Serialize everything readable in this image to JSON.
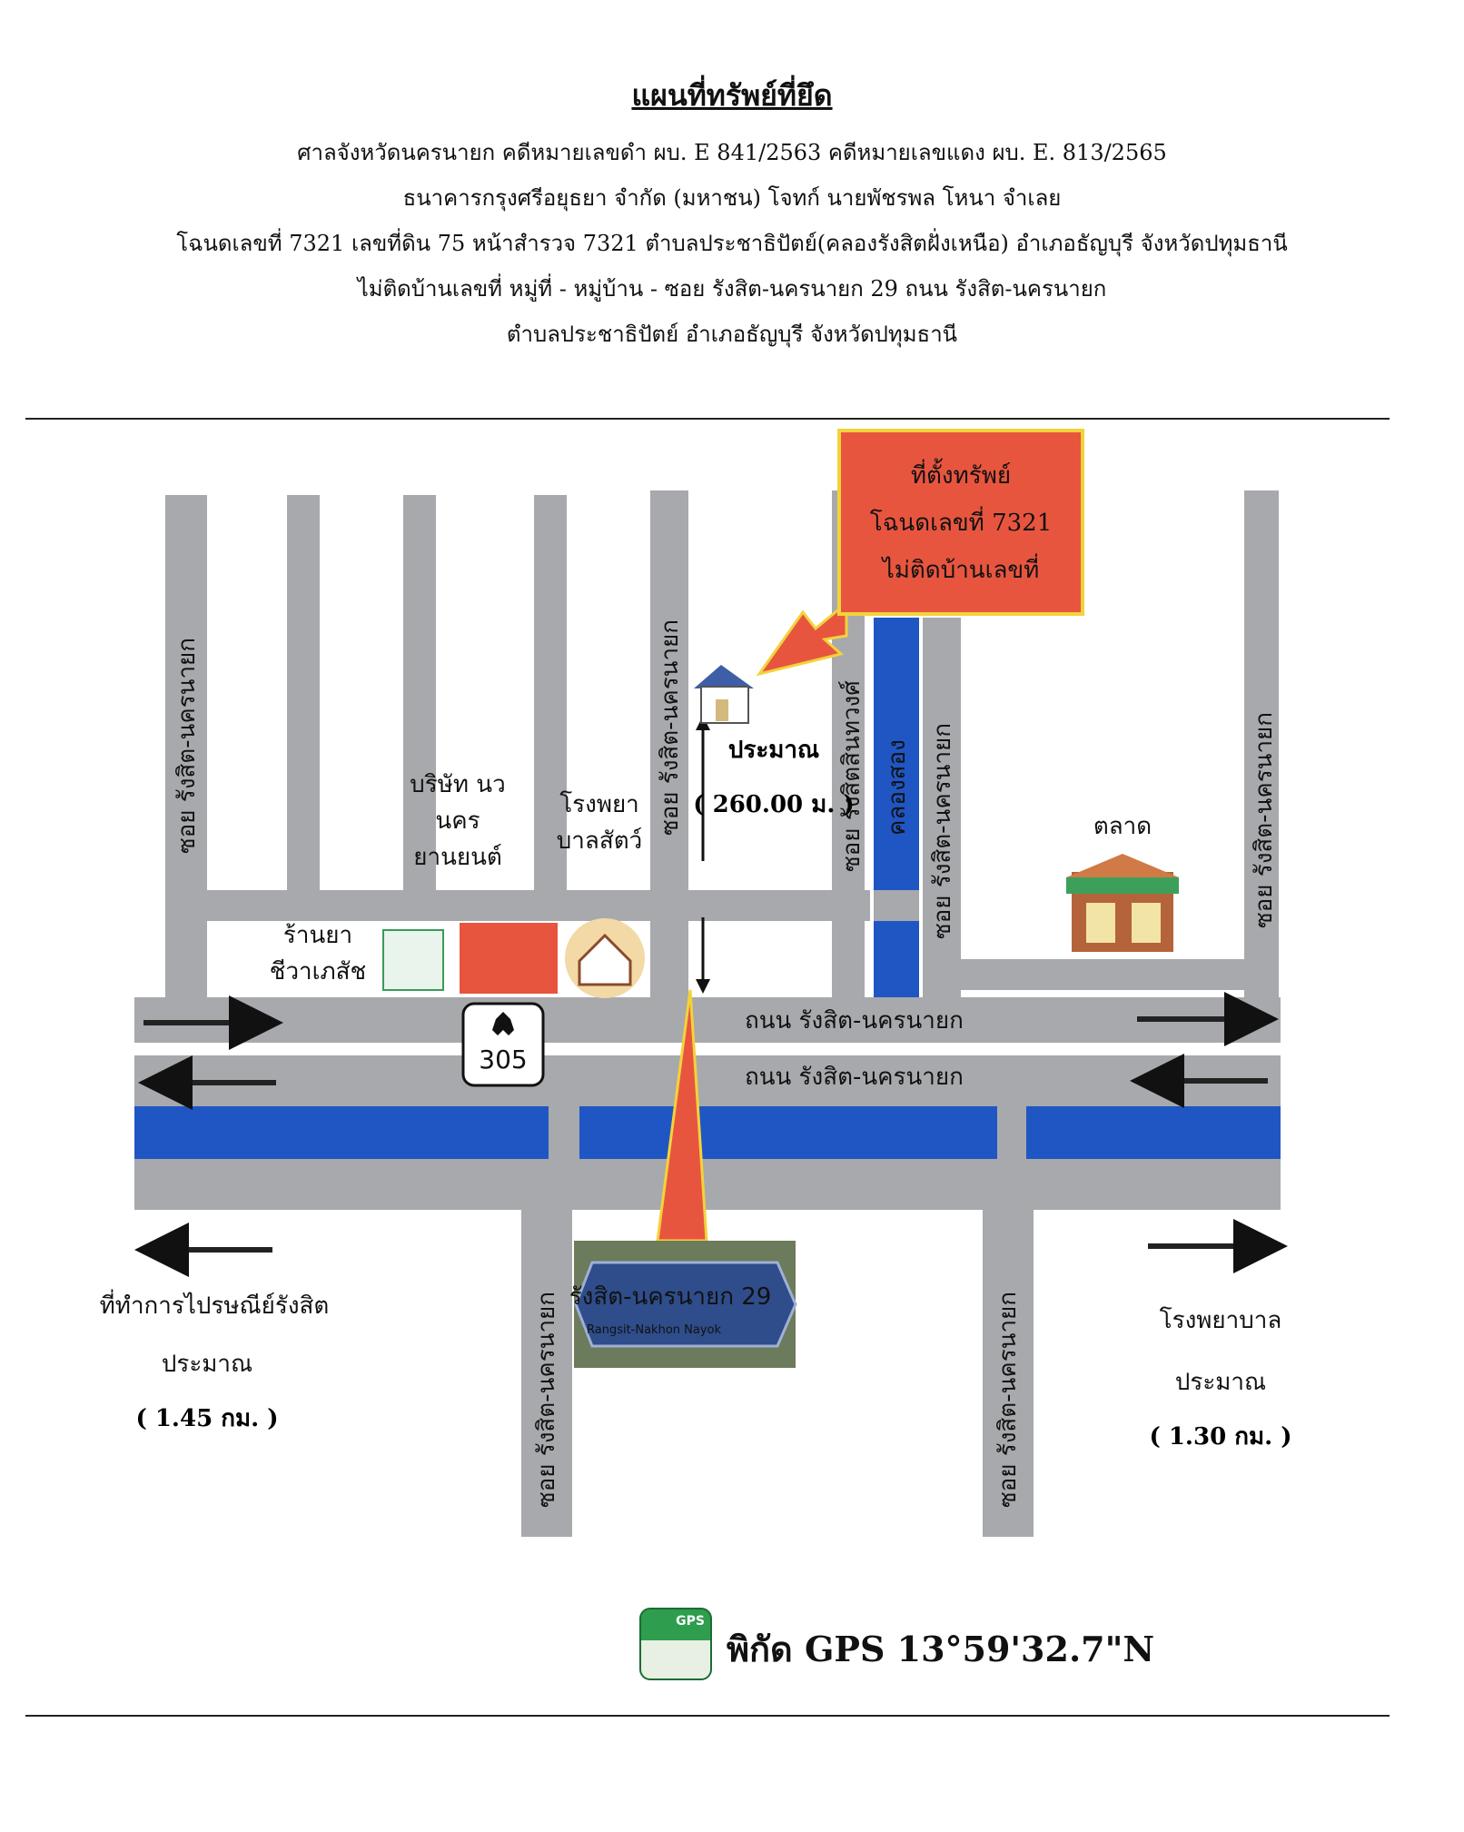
{
  "header": {
    "title": "แผนที่ทรัพย์ที่ยึด",
    "line1": "ศาลจังหวัดนครนายก  คดีหมายเลขดำ ผบ.  E 841/2563  คดีหมายเลขแดง ผบ. E. 813/2565",
    "line2": "ธนาคารกรุงศรีอยุธยา จำกัด (มหาชน) โจทก์  นายพัชรพล  โหนา  จำเลย",
    "line3": "โฉนดเลขที่ 7321  เลขที่ดิน  75  หน้าสำรวจ  7321   ตำบลประชาธิปัตย์(คลองรังสิตฝั่งเหนือ)  อำเภอธัญบุรี จังหวัดปทุมธานี",
    "line4": "ไม่ติดบ้านเลขที่  หมู่ที่  -  หมู่บ้าน -  ซอย รังสิต-นครนายก 29   ถนน รังสิต-นครนายก",
    "line5": "ตำบลประชาธิปัตย์  อำเภอธัญบุรี  จังหวัดปทุมธานี"
  },
  "callout": {
    "line1": "ที่ตั้งทรัพย์",
    "line2": "โฉนดเลขที่ 7321",
    "line3": "ไม่ติดบ้านเลขที่"
  },
  "roads": {
    "soi": "ซอย รังสิต-นครนายก",
    "soi_short": "ซอย รังสิต-นครนายก",
    "soi_rangsit_sinthawong": "ซอย รังสิตสินทวงศ์",
    "canal": "คลองสอง",
    "main_road_upper": "ถนน รังสิต-นครนายก",
    "main_road_lower": "ถนน รังสิต-นครนายก",
    "route_number": "305"
  },
  "places": {
    "company_line1": "บริษัท นว",
    "company_line2": "นคร",
    "company_line3": "ยานยนต์",
    "vet_line1": "โรงพยา",
    "vet_line2": "บาลสัตว์",
    "pharmacy_line1": "ร้านยา",
    "pharmacy_line2": "ชีวาเภสัช",
    "market": "ตลาด",
    "distance_label": "ประมาณ",
    "distance_value": "( 260.00 ม. )",
    "post_office": "ที่ทำการไปรษณีย์รังสิต",
    "post_office_approx": "ประมาณ",
    "post_office_distance": "( 1.45 กม. )",
    "hospital": "โรงพยาบาล",
    "hospital_approx": "ประมาณ",
    "hospital_distance": "( 1.30 กม. )",
    "sign_thai": "รังสิต-นครนายก 29",
    "sign_en": "Rangsit-Nakhon Nayok"
  },
  "gps": {
    "badge": "GPS",
    "text": "พิกัด GPS 13°59'32.7\"N"
  },
  "colors": {
    "road": "#a7a9ac",
    "canal": "#1f56c3",
    "callout": "#e8553f",
    "callout_border": "#f2d33a",
    "arrow": "#e8553f"
  }
}
